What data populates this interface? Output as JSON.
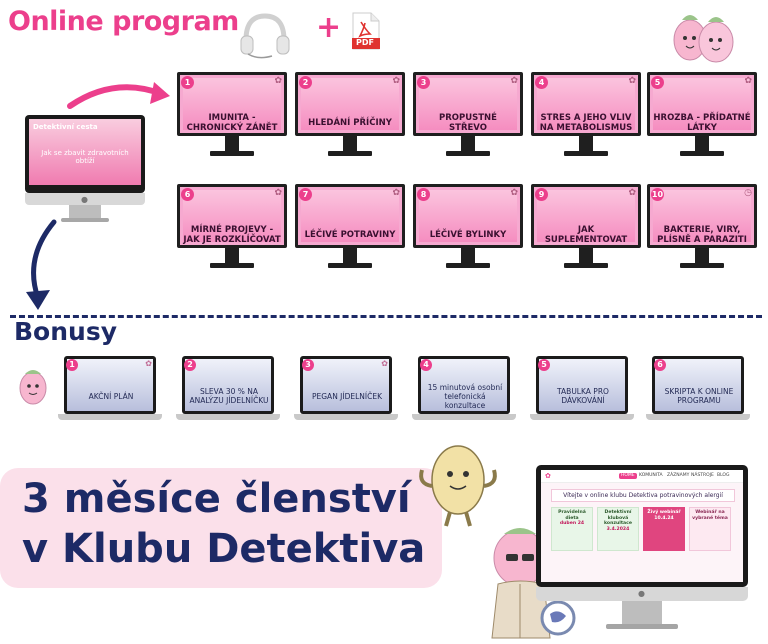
{
  "header": {
    "title": "Online program",
    "plus": "+",
    "pdf_label": "PDF"
  },
  "imac": {
    "title": "Detektivní cesta",
    "subtitle": "Jak se zbavit zdravotních obtíží"
  },
  "program_items": [
    {
      "num": "1",
      "label": "IMUNITA - CHRONICKÝ ZÁNĚT"
    },
    {
      "num": "2",
      "label": "HLEDÁNÍ PŘÍČINY"
    },
    {
      "num": "3",
      "label": "PROPUSTNÉ STŘEVO"
    },
    {
      "num": "4",
      "label": "STRES A JEHO VLIV NA METABOLISMUS"
    },
    {
      "num": "5",
      "label": "HROZBA - PŘÍDATNÉ LÁTKY"
    },
    {
      "num": "6",
      "label": "MÍRNÉ PROJEVY - JAK JE ROZKLÍČOVAT"
    },
    {
      "num": "7",
      "label": "LÉČIVÉ POTRAVINY"
    },
    {
      "num": "8",
      "label": "LÉČIVÉ BYLINKY"
    },
    {
      "num": "9",
      "label": "JAK SUPLEMENTOVAT"
    },
    {
      "num": "10",
      "label": "BAKTERIE, VIRY, PLÍSNĚ A PARAZITI"
    }
  ],
  "bonus": {
    "heading": "Bonusy",
    "items": [
      {
        "num": "1",
        "label": "AKČNÍ PLÁN"
      },
      {
        "num": "2",
        "label": "SLEVA 30 % NA ANALÝZU JÍDELNÍČKU"
      },
      {
        "num": "3",
        "label": "PEGAN JÍDELNÍČEK"
      },
      {
        "num": "4",
        "label": "15 minutová osobní telefonická konzultace"
      },
      {
        "num": "5",
        "label": "TABULKA PRO DÁVKOVÁNÍ"
      },
      {
        "num": "6",
        "label": "SKRIPTA K ONLINE PROGRAMU"
      }
    ]
  },
  "membership": {
    "line1": "3 měsíce členství",
    "line2": "v Klubu Detektiva"
  },
  "club_screen": {
    "nav": [
      "HOME",
      "KOMUNITA",
      "ZÁZNAMY",
      "NÁSTROJE",
      "BLOG"
    ],
    "heading": "Vítejte v online klubu Detektiva potravinových alergií",
    "cards": [
      {
        "title": "Pravidelná dieta",
        "sub": "duben 24",
        "color": "#e8f6e8",
        "text_color": "#2b5a2b"
      },
      {
        "title": "Detektivní klubová konzultace",
        "sub": "3.4.2024",
        "color": "#e8f6e8",
        "text_color": "#2b5a2b"
      },
      {
        "title": "Živý webinář",
        "sub": "10.4.24",
        "color": "#e0457f",
        "text_color": "#ffffff"
      },
      {
        "title": "Webinář na vybrané téma",
        "sub": "",
        "color": "#fde9f1",
        "text_color": "#8a2a55"
      }
    ]
  },
  "colors": {
    "pink": "#ec3f8c",
    "navy": "#1d2a66",
    "banner": "#fbe0ea"
  }
}
